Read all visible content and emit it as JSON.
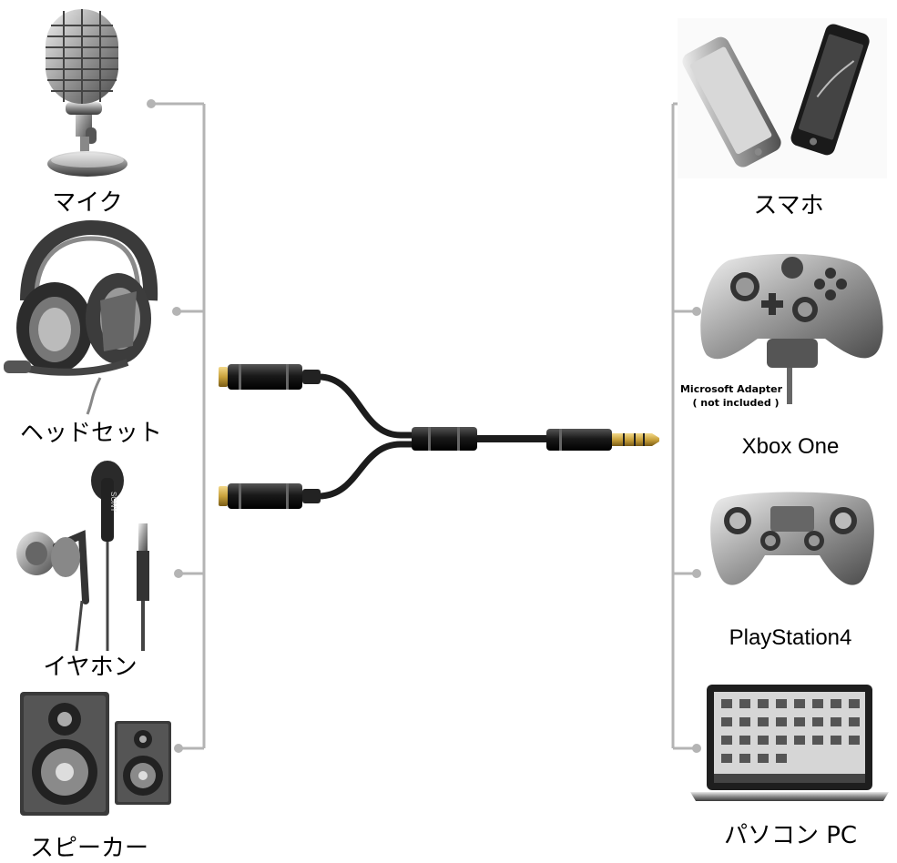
{
  "devices_left": [
    {
      "label": "マイク",
      "icon": "microphone-icon"
    },
    {
      "label": "ヘッドセット",
      "icon": "headset-icon"
    },
    {
      "label": "イヤホン",
      "icon": "earphones-icon"
    },
    {
      "label": "スピーカー",
      "icon": "speakers-icon"
    }
  ],
  "devices_right": [
    {
      "label": "スマホ",
      "icon": "smartphones-icon"
    },
    {
      "label": "Xbox One",
      "icon": "xbox-controller-icon"
    },
    {
      "label": "PlayStation4",
      "icon": "ps4-controller-icon"
    },
    {
      "label": "パソコン PC",
      "icon": "laptop-icon"
    }
  ],
  "adapter_note": {
    "line1": "Microsoft Adapter",
    "line2": "( not included )"
  },
  "earbud_brand": "SONY",
  "colors": {
    "connector_line": "#b4b4b4",
    "cable": "#1c1c1c",
    "gold": "#c9a23c"
  }
}
